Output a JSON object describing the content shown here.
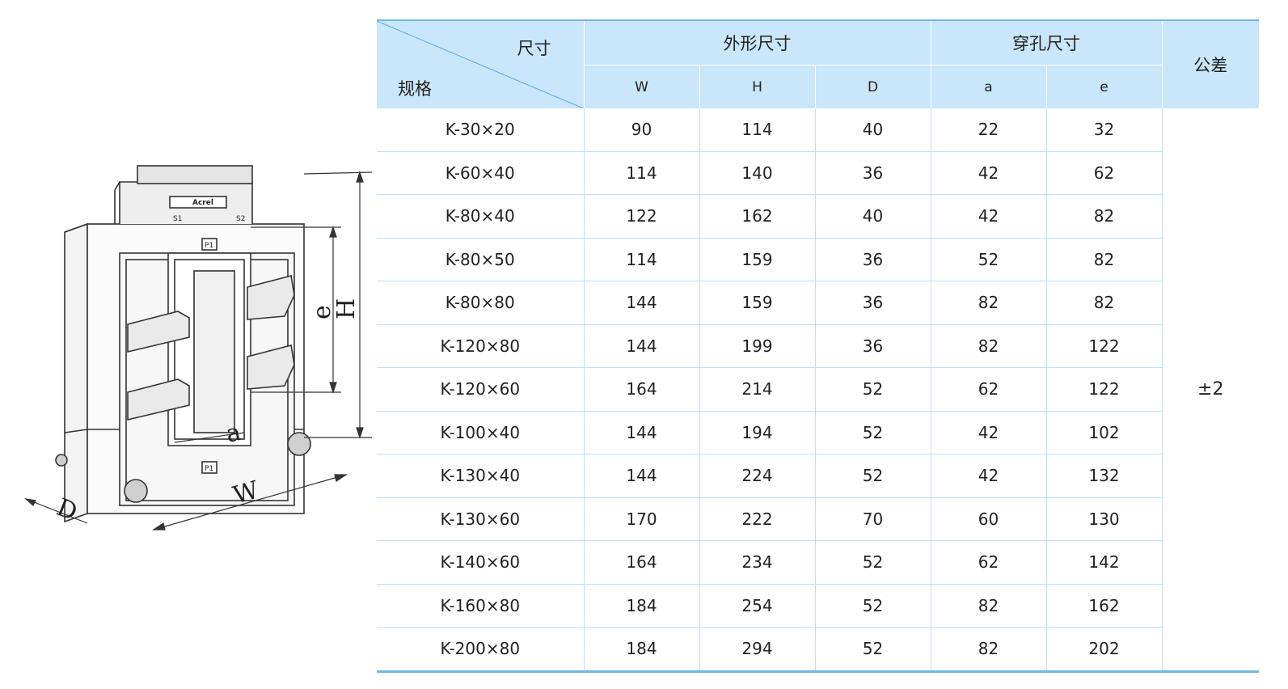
{
  "drawing": {
    "labels": {
      "W": "W",
      "H": "H",
      "D": "D",
      "a": "a",
      "e": "e"
    },
    "logo": "Acrel",
    "terminal_marks": [
      "P1",
      "P1"
    ],
    "output_marks": [
      "S1",
      "S2"
    ]
  },
  "table": {
    "corner_top": "尺寸",
    "corner_bottom": "规格",
    "group_outer": "外形尺寸",
    "group_hole": "穿孔尺寸",
    "tolerance_header": "公差",
    "sub_headers": [
      "W",
      "H",
      "D",
      "a",
      "e"
    ],
    "tolerance_value": "±2",
    "rows": [
      {
        "spec": "K-30×20",
        "W": "90",
        "H": "114",
        "D": "40",
        "a": "22",
        "e": "32"
      },
      {
        "spec": "K-60×40",
        "W": "114",
        "H": "140",
        "D": "36",
        "a": "42",
        "e": "62"
      },
      {
        "spec": "K-80×40",
        "W": "122",
        "H": "162",
        "D": "40",
        "a": "42",
        "e": "82"
      },
      {
        "spec": "K-80×50",
        "W": "114",
        "H": "159",
        "D": "36",
        "a": "52",
        "e": "82"
      },
      {
        "spec": "K-80×80",
        "W": "144",
        "H": "159",
        "D": "36",
        "a": "82",
        "e": "82"
      },
      {
        "spec": "K-120×80",
        "W": "144",
        "H": "199",
        "D": "36",
        "a": "82",
        "e": "122"
      },
      {
        "spec": "K-120×60",
        "W": "164",
        "H": "214",
        "D": "52",
        "a": "62",
        "e": "122"
      },
      {
        "spec": "K-100×40",
        "W": "144",
        "H": "194",
        "D": "52",
        "a": "42",
        "e": "102"
      },
      {
        "spec": "K-130×40",
        "W": "144",
        "H": "224",
        "D": "52",
        "a": "42",
        "e": "132"
      },
      {
        "spec": "K-130×60",
        "W": "170",
        "H": "222",
        "D": "70",
        "a": "60",
        "e": "130"
      },
      {
        "spec": "K-140×60",
        "W": "164",
        "H": "234",
        "D": "52",
        "a": "62",
        "e": "142"
      },
      {
        "spec": "K-160×80",
        "W": "184",
        "H": "254",
        "D": "52",
        "a": "82",
        "e": "162"
      },
      {
        "spec": "K-200×80",
        "W": "184",
        "H": "294",
        "D": "52",
        "a": "82",
        "e": "202"
      }
    ]
  }
}
